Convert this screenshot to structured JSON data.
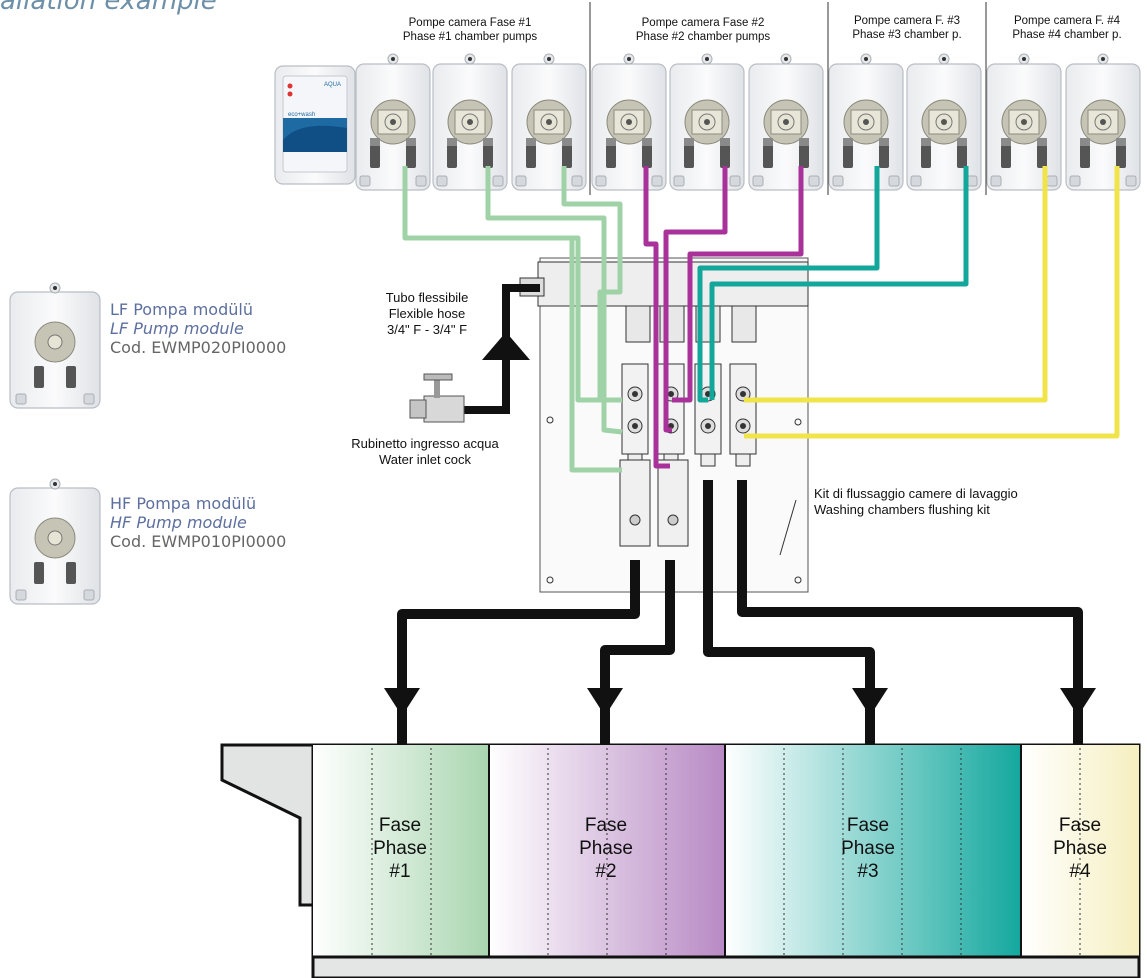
{
  "title": "allation example",
  "pump_groups": [
    {
      "line1": "Pompe camera Fase #1",
      "line2": "Phase #1 chamber pumps"
    },
    {
      "line1": "Pompe camera Fase #2",
      "line2": "Phase #2 chamber pumps"
    },
    {
      "line1": "Pompe camera F. #3",
      "line2": "Phase #3 chamber p."
    },
    {
      "line1": "Pompe camera F. #4",
      "line2": "Phase #4 chamber p."
    }
  ],
  "legend": {
    "lf": {
      "name": "LF Pompa modülü",
      "name_en": "LF Pump module",
      "code": "Cod. EWMP020PI0000"
    },
    "hf": {
      "name": "HF Pompa modülü",
      "name_en": "HF Pump module",
      "code": "Cod. EWMP010PI0000"
    }
  },
  "hose": {
    "line1": "Tubo flessibile",
    "line2": "Flexible hose",
    "line3": "3/4\" F -  3/4\" F"
  },
  "inlet": {
    "line1": "Rubinetto ingresso acqua",
    "line2": "Water inlet cock"
  },
  "kit": {
    "line1": "Kit di flussaggio camere di lavaggio",
    "line2": "Washing chambers flushing kit"
  },
  "controller": {
    "brand": "AQUA",
    "label": "eco+wash"
  },
  "phases": [
    {
      "line1": "Fase",
      "line2": "Phase",
      "num": "#1"
    },
    {
      "line1": "Fase",
      "line2": "Phase",
      "num": "#2"
    },
    {
      "line1": "Fase",
      "line2": "Phase",
      "num": "#3"
    },
    {
      "line1": "Fase",
      "line2": "Phase",
      "num": "#4"
    }
  ],
  "colors": {
    "phase1": "#9fd3a7",
    "phase2": "#a8329a",
    "phase3": "#12a79a",
    "phase4": "#f0e44a",
    "title": "#6d8fa8",
    "legend_text": "#5c6f9e"
  }
}
